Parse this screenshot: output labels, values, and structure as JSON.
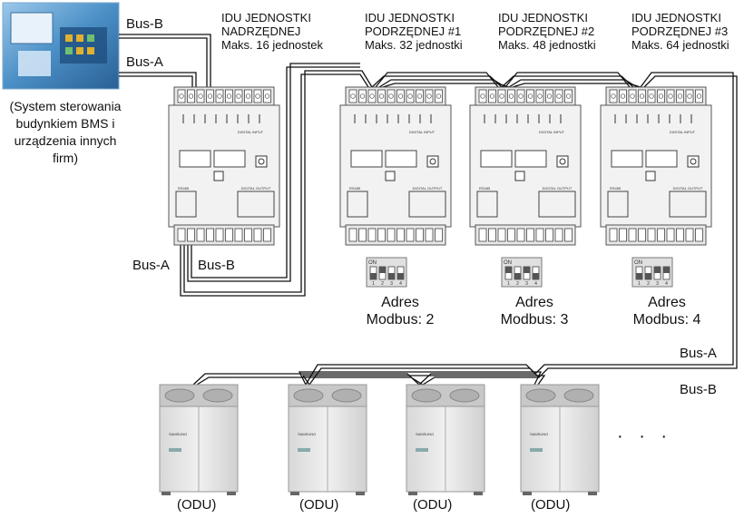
{
  "bms": {
    "caption_lines": [
      "(System sterowania",
      "budynkiem BMS i",
      "urządzenia innych",
      "firm)"
    ]
  },
  "bus_labels": {
    "top_bus_b": "Bus-B",
    "top_bus_a": "Bus-A",
    "bottom_left_bus_a": "Bus-A",
    "bottom_left_bus_b": "Bus-B",
    "right_bus_a": "Bus-A",
    "right_bus_b": "Bus-B"
  },
  "modules": [
    {
      "id": "master",
      "header": [
        "IDU JEDNOSTKI",
        "NADRZĘDNEJ",
        "Maks. 16 jednostek"
      ]
    },
    {
      "id": "slave1",
      "header": [
        "IDU JEDNOSTKI",
        "PODRZĘDNEJ #1",
        "Maks. 32 jednostki"
      ],
      "address": [
        "Adres",
        "Modbus: 2"
      ]
    },
    {
      "id": "slave2",
      "header": [
        "IDU JEDNOSTKI",
        "PODRZĘDNEJ #2",
        "Maks. 48 jednostki"
      ],
      "address": [
        "Adres",
        "Modbus: 3"
      ]
    },
    {
      "id": "slave3",
      "header": [
        "IDU JEDNOSTKI",
        "PODRZĘDNEJ #3",
        "Maks. 64 jednostki"
      ],
      "address": [
        "Adres",
        "Modbus: 4"
      ]
    }
  ],
  "dip": {
    "on_label": "ON",
    "numbers": [
      "1",
      "2",
      "3",
      "4"
    ]
  },
  "module_text": {
    "rs485": "RS485",
    "digital_input": "DIGITAL INPUT",
    "digital_output": "DIGITAL OUTPUT"
  },
  "odu": {
    "labels": [
      "(ODU)",
      "(ODU)",
      "(ODU)",
      "(ODU)"
    ],
    "brand": "SAMSUNG"
  },
  "ellipsis": "· · ·",
  "colors": {
    "line": "#111111",
    "module_body": "#f2f2f2",
    "module_border": "#555555",
    "odu_body": "#e6e6e6",
    "bms_screen": "#4a8fc6"
  }
}
